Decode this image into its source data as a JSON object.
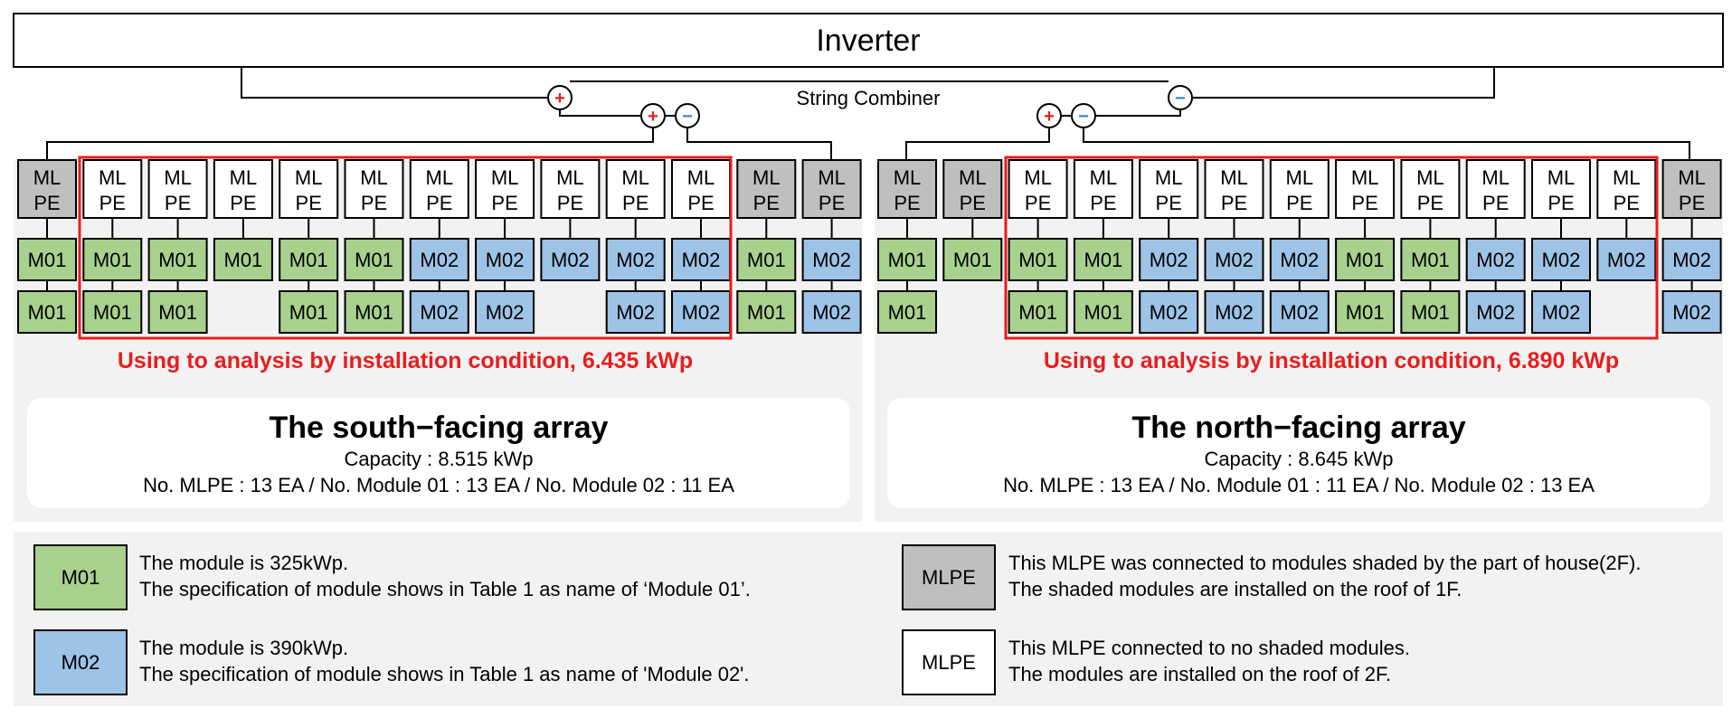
{
  "inverter": {
    "title": "Inverter"
  },
  "combiner": {
    "label": "String Combiner",
    "plus": "+",
    "minus": "−"
  },
  "mlpe_label": [
    "ML",
    "PE"
  ],
  "module_names": {
    "m01": "M01",
    "m02": "M02"
  },
  "colors": {
    "m01": "#a9d18e",
    "m02": "#9dc3e6",
    "mlpe_shaded": "#bfbfbf",
    "mlpe_unshaded": "#ffffff",
    "panel_bg": "#f2f2f2",
    "highlight": "#e81d1d",
    "plus": "#e81d1d",
    "minus": "#2e86d4"
  },
  "south": {
    "title": "The south−facing array",
    "capacity": "Capacity : 8.515 kWp",
    "counts": "No. MLPE : 13 EA / No. Module 01 : 13 EA / No. Module 02 : 11 EA",
    "analysis_note": "Using to analysis by installation condition, 6.435 kWp",
    "columns": [
      {
        "mlpe": "shaded",
        "modules": [
          "M01",
          "M01"
        ]
      },
      {
        "mlpe": "unshaded",
        "modules": [
          "M01",
          "M01"
        ]
      },
      {
        "mlpe": "unshaded",
        "modules": [
          "M01",
          "M01"
        ]
      },
      {
        "mlpe": "unshaded",
        "modules": [
          "M01"
        ]
      },
      {
        "mlpe": "unshaded",
        "modules": [
          "M01",
          "M01"
        ]
      },
      {
        "mlpe": "unshaded",
        "modules": [
          "M01",
          "M01"
        ]
      },
      {
        "mlpe": "unshaded",
        "modules": [
          "M02",
          "M02"
        ]
      },
      {
        "mlpe": "unshaded",
        "modules": [
          "M02",
          "M02"
        ]
      },
      {
        "mlpe": "unshaded",
        "modules": [
          "M02"
        ]
      },
      {
        "mlpe": "unshaded",
        "modules": [
          "M02",
          "M02"
        ]
      },
      {
        "mlpe": "unshaded",
        "modules": [
          "M02",
          "M02"
        ]
      },
      {
        "mlpe": "shaded",
        "modules": [
          "M01",
          "M01"
        ]
      },
      {
        "mlpe": "shaded",
        "modules": [
          "M02",
          "M02"
        ]
      }
    ]
  },
  "north": {
    "title": "The north−facing array",
    "capacity": "Capacity : 8.645 kWp",
    "counts": "No. MLPE : 13 EA / No. Module 01 : 11 EA / No. Module 02 : 13 EA",
    "analysis_note": "Using to analysis by installation condition, 6.890 kWp",
    "columns": [
      {
        "mlpe": "shaded",
        "modules": [
          "M01",
          "M01"
        ]
      },
      {
        "mlpe": "shaded",
        "modules": [
          "M01"
        ]
      },
      {
        "mlpe": "unshaded",
        "modules": [
          "M01",
          "M01"
        ]
      },
      {
        "mlpe": "unshaded",
        "modules": [
          "M01",
          "M01"
        ]
      },
      {
        "mlpe": "unshaded",
        "modules": [
          "M02",
          "M02"
        ]
      },
      {
        "mlpe": "unshaded",
        "modules": [
          "M02",
          "M02"
        ]
      },
      {
        "mlpe": "unshaded",
        "modules": [
          "M02",
          "M02"
        ]
      },
      {
        "mlpe": "unshaded",
        "modules": [
          "M01",
          "M01"
        ]
      },
      {
        "mlpe": "unshaded",
        "modules": [
          "M01",
          "M01"
        ]
      },
      {
        "mlpe": "unshaded",
        "modules": [
          "M02",
          "M02"
        ]
      },
      {
        "mlpe": "unshaded",
        "modules": [
          "M02",
          "M02"
        ]
      },
      {
        "mlpe": "unshaded",
        "modules": [
          "M02"
        ]
      },
      {
        "mlpe": "shaded",
        "modules": [
          "M02",
          "M02"
        ]
      }
    ]
  },
  "legend": {
    "m01": {
      "swatch": "M01",
      "line1": "The module is 325kWp.",
      "line2": "The specification of module shows in Table 1 as name of ‘Module 01’."
    },
    "m02": {
      "swatch": "M02",
      "line1": "The module is 390kWp.",
      "line2": "The specification of module shows in Table 1 as name of 'Module 02'."
    },
    "mlpe_shaded": {
      "swatch": "MLPE",
      "line1": "This MLPE was connected to modules shaded by the part of house(2F).",
      "line2": "The shaded modules are installed on the roof of 1F."
    },
    "mlpe_unshaded": {
      "swatch": "MLPE",
      "line1": "This MLPE connected to no shaded modules.",
      "line2": "The modules are installed on the roof of 2F."
    }
  }
}
